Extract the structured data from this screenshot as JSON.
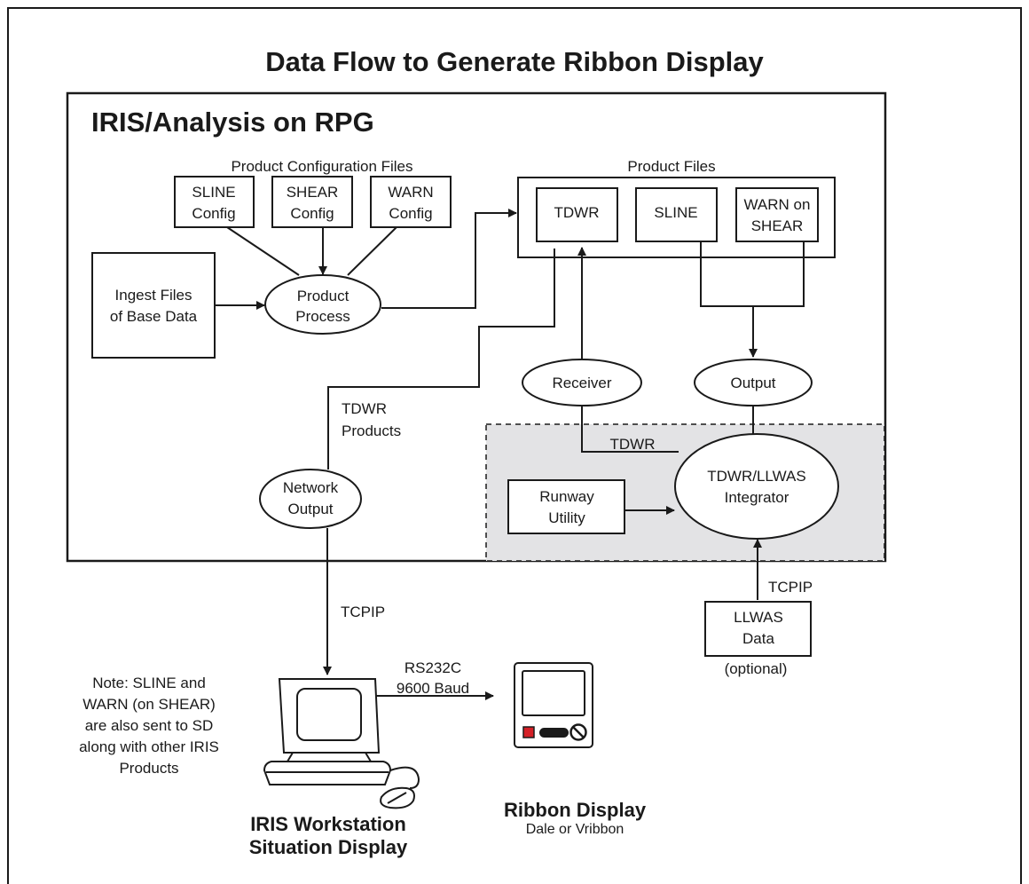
{
  "title": "Data Flow to Generate Ribbon Display",
  "system_label": "IRIS/Analysis on RPG",
  "config_group_label": "Product Configuration Files",
  "config_files": [
    {
      "line1": "SLINE",
      "line2": "Config"
    },
    {
      "line1": "SHEAR",
      "line2": "Config"
    },
    {
      "line1": "WARN",
      "line2": "Config"
    }
  ],
  "product_files_label": "Product Files",
  "product_files": [
    {
      "line1": "TDWR",
      "line2": ""
    },
    {
      "line1": "SLINE",
      "line2": ""
    },
    {
      "line1": "WARN on",
      "line2": "SHEAR"
    }
  ],
  "ingest": {
    "line1": "Ingest  Files",
    "line2": "of Base Data"
  },
  "product_process": {
    "line1": "Product",
    "line2": "Process"
  },
  "receiver": "Receiver",
  "output": "Output",
  "tdwr_products": {
    "line1": "TDWR",
    "line2": "Products"
  },
  "network_output": {
    "line1": "Network",
    "line2": "Output"
  },
  "tdwr_link": "TDWR",
  "integrator": {
    "line1": "TDWR/LLWAS",
    "line2": "Integrator"
  },
  "runway_utility": {
    "line1": "Runway",
    "line2": "Utility"
  },
  "tcpip_left": "TCPIP",
  "tcpip_right": "TCPIP",
  "llwas": {
    "line1": "LLWAS",
    "line2": "Data",
    "note": "(optional)"
  },
  "rs232": {
    "line1": "RS232C",
    "line2": "9600 Baud"
  },
  "note": [
    "Note: SLINE and",
    "WARN (on SHEAR)",
    "are also sent to SD",
    "along with other IRIS",
    "Products"
  ],
  "workstation": {
    "line1": "IRIS   Workstation",
    "line2": "Situation Display"
  },
  "ribbon": {
    "line1": "Ribbon Display",
    "line2": "Dale or Vribbon"
  },
  "colors": {
    "line": "#1a1a1a",
    "shaded_region": "#e3e3e5",
    "button_red": "#d42027"
  }
}
